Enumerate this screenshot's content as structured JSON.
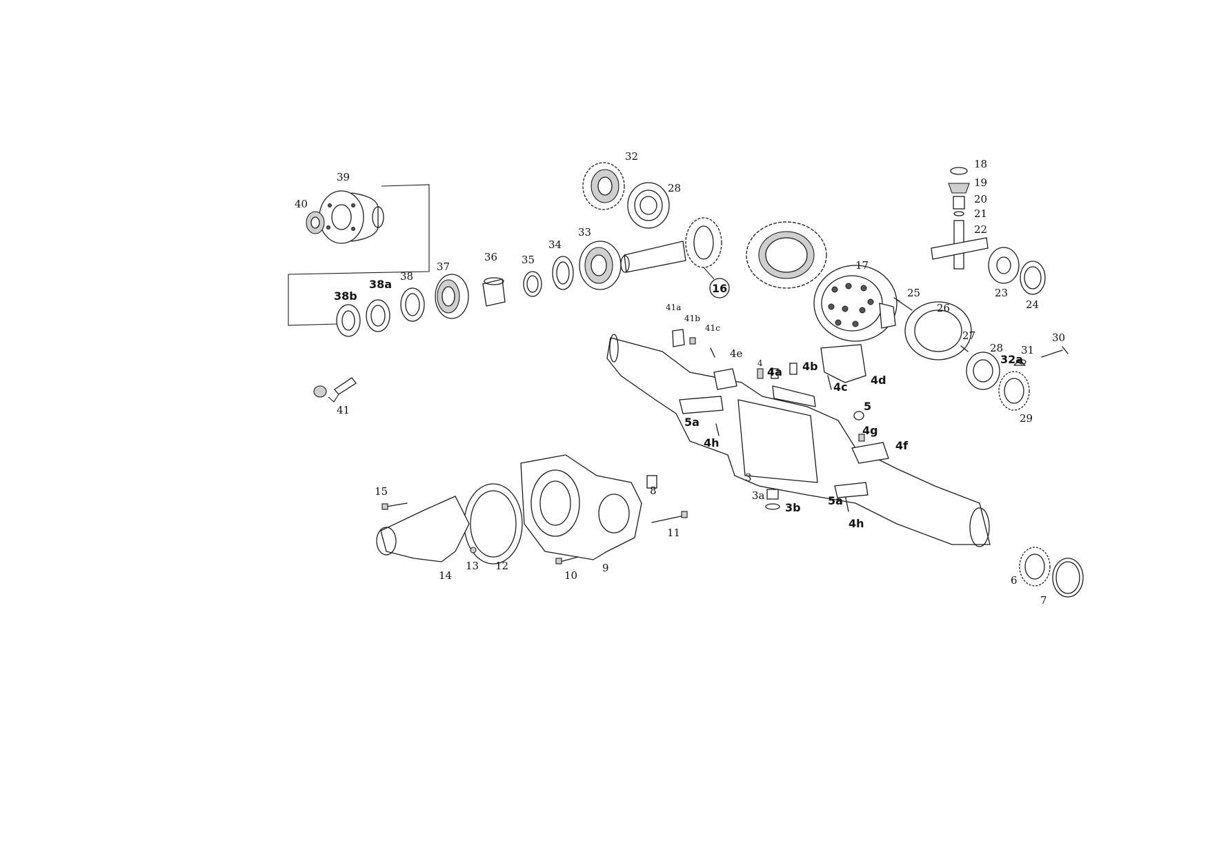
{
  "labels": {
    "p3": "3",
    "p3a": "3a",
    "p3b": "3b",
    "p4": "4",
    "p4a": "4a",
    "p4b": "4b",
    "p4c": "4c",
    "p4d": "4d",
    "p4e": "4e",
    "p4f": "4f",
    "p4g": "4g",
    "p4h_1": "4h",
    "p4h_2": "4h",
    "p5": "5",
    "p5a_1": "5a",
    "p5a_2": "5a",
    "p6": "6",
    "p7": "7",
    "p8": "8",
    "p9": "9",
    "p10": "10",
    "p11": "11",
    "p12": "12",
    "p13": "13",
    "p14": "14",
    "p15": "15",
    "p16": "16",
    "p17": "17",
    "p18": "18",
    "p19": "19",
    "p20": "20",
    "p21": "21",
    "p22": "22",
    "p23": "23",
    "p24": "24",
    "p25": "25",
    "p26": "26",
    "p27": "27",
    "p28_1": "28",
    "p28_2": "28",
    "p29": "29",
    "p30": "30",
    "p31": "31",
    "p32": "32",
    "p32a": "32a",
    "p33": "33",
    "p34": "34",
    "p35": "35",
    "p36": "36",
    "p37": "37",
    "p38": "38",
    "p38a": "38a",
    "p38b": "38b",
    "p39": "39",
    "p40": "40",
    "p41": "41",
    "p41a": "41a",
    "p41b": "41b",
    "p41c": "41c"
  }
}
